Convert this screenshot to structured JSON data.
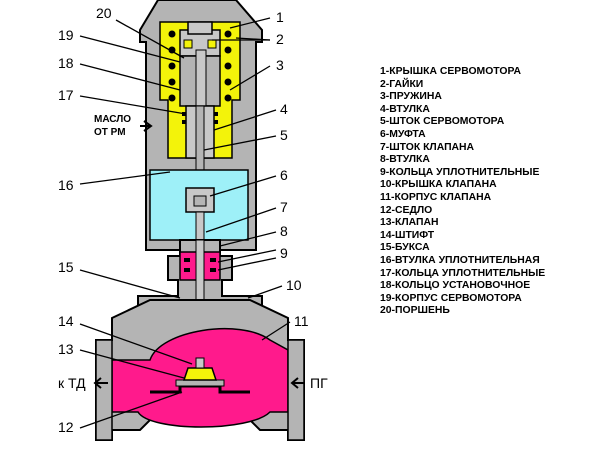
{
  "callouts": [
    "1",
    "2",
    "3",
    "4",
    "5",
    "6",
    "7",
    "8",
    "9",
    "10",
    "11",
    "12",
    "13",
    "14",
    "15",
    "16",
    "17",
    "18",
    "19",
    "20"
  ],
  "oil_label": [
    "МАСЛО",
    "ОТ РМ"
  ],
  "left_port": "к ТД",
  "right_port": "ПГ",
  "legend": [
    "1-КРЫШКА СЕРВОМОТОРА",
    "2-ГАЙКИ",
    "3-ПРУЖИНА",
    "4-ВТУЛКА",
    "5-ШТОК СЕРВОМОТОРА",
    "6-МУФТА",
    "7-ШТОК КЛАПАНА",
    "8-ВТУЛКА",
    "9-КОЛЬЦА УПЛОТНИТЕЛЬНЫЕ",
    "10-КРЫШКА КЛАПАНА",
    "11-КОРПУС КЛАПАНА",
    "12-СЕДЛО",
    "13-КЛАПАН",
    "14-ШТИФТ",
    "15-БУКСА",
    "16-ВТУЛКА УПЛОТНИТЕЛЬНАЯ",
    "17-КОЛЬЦА УПЛОТНИТЕЛЬНЫЕ",
    "18-КОЛЬЦО УСТАНОВОЧНОЕ",
    "19-КОРПУС СЕРВОМОТОРА",
    "20-ПОРШЕНЬ"
  ],
  "colors": {
    "housing": "#b4b4b4",
    "oil": "#f3f30a",
    "water": "#9ef0f8",
    "steam": "#ff1a8c",
    "stem": "#c8c8c8"
  }
}
